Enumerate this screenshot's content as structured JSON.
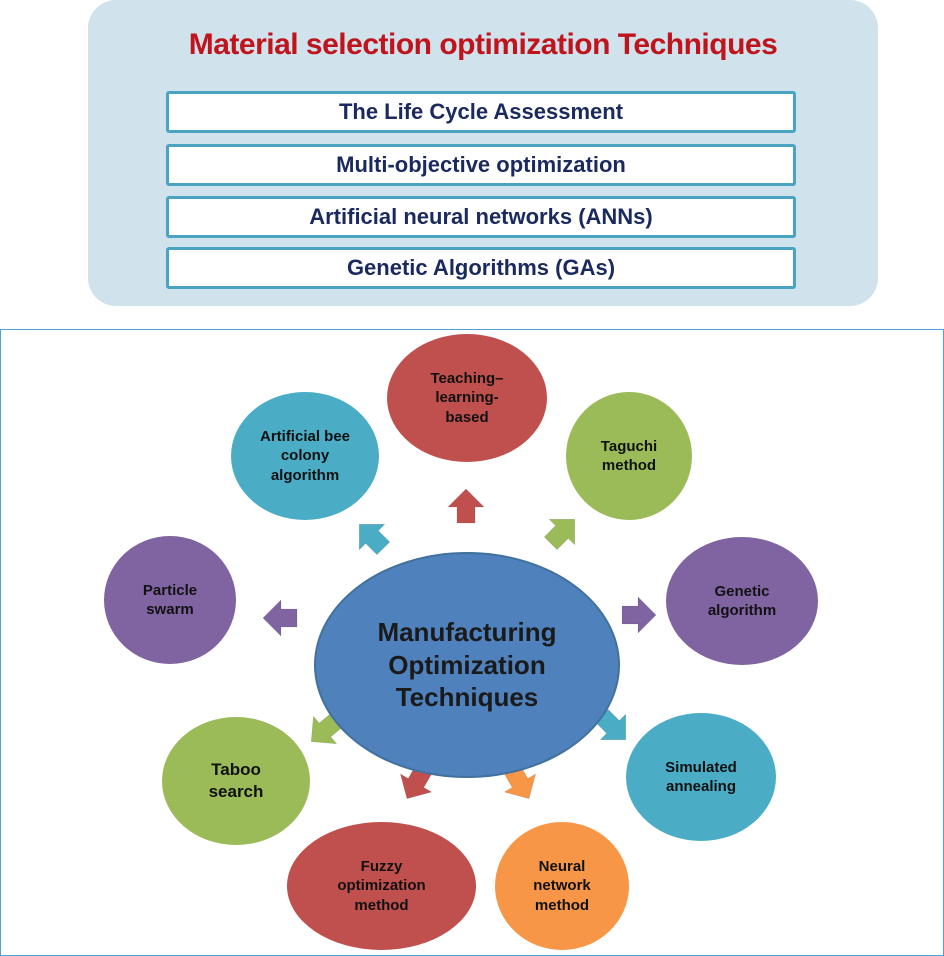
{
  "material_panel": {
    "title": "Material selection optimization Techniques",
    "items": [
      "The Life Cycle Assessment",
      "Multi-objective  optimization",
      "Artificial neural networks (ANNs)",
      "Genetic Algorithms (GAs)"
    ]
  },
  "manufacturing_diagram": {
    "center": "Manufacturing\nOptimization\nTechniques",
    "nodes": {
      "teaching": "Teaching–\nlearning-\nbased",
      "taguchi": "Taguchi\nmethod",
      "genetic": "Genetic\nalgorithm",
      "simulated": "Simulated\nannealing",
      "neural": "Neural\nnetwork\nmethod",
      "fuzzy": "Fuzzy\noptimization\nmethod",
      "taboo": "Taboo\nsearch",
      "particle": "Particle\nswarm",
      "bee": "Artificial bee\ncolony\nalgorithm"
    },
    "colors": {
      "red": "#c0504d",
      "green": "#9bbb59",
      "purple": "#8064a2",
      "teal": "#4bacc6",
      "orange": "#f79646",
      "center_blue": "#4f81bd"
    }
  }
}
